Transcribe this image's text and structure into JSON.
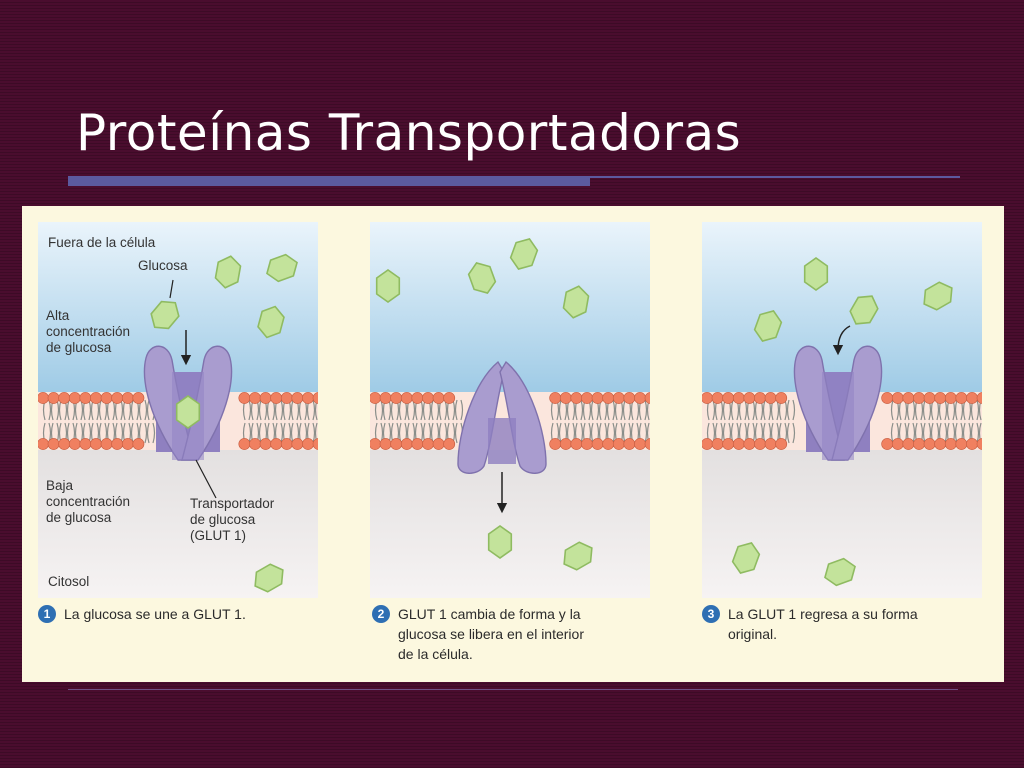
{
  "slide": {
    "title": "Proteínas Transportadoras"
  },
  "panels": [
    {
      "labels": {
        "outside": "Fuera de la célula",
        "glucose": "Glucosa",
        "high": "Alta\nconcentración\nde glucosa",
        "low": "Baja\nconcentración\nde glucosa",
        "transporter": "Transportador\nde glucosa\n(GLUT 1)",
        "cytosol": "Citosol"
      },
      "step": "1",
      "caption": "La glucosa se une a GLUT 1."
    },
    {
      "step": "2",
      "caption": "GLUT 1 cambia de forma y la\nglucosa se libera en el interior\nde la célula."
    },
    {
      "step": "3",
      "caption": "La GLUT 1 regresa a su forma\noriginal."
    }
  ],
  "colors": {
    "background": "#4a0d2e",
    "accent_bar": "#5b5a9e",
    "figure_bg": "#fcf8df",
    "phospholipid_head": "#f08060",
    "protein": "#a99ccf",
    "glucose": "#c3e39b",
    "step_badge": "#2e6fb3"
  }
}
